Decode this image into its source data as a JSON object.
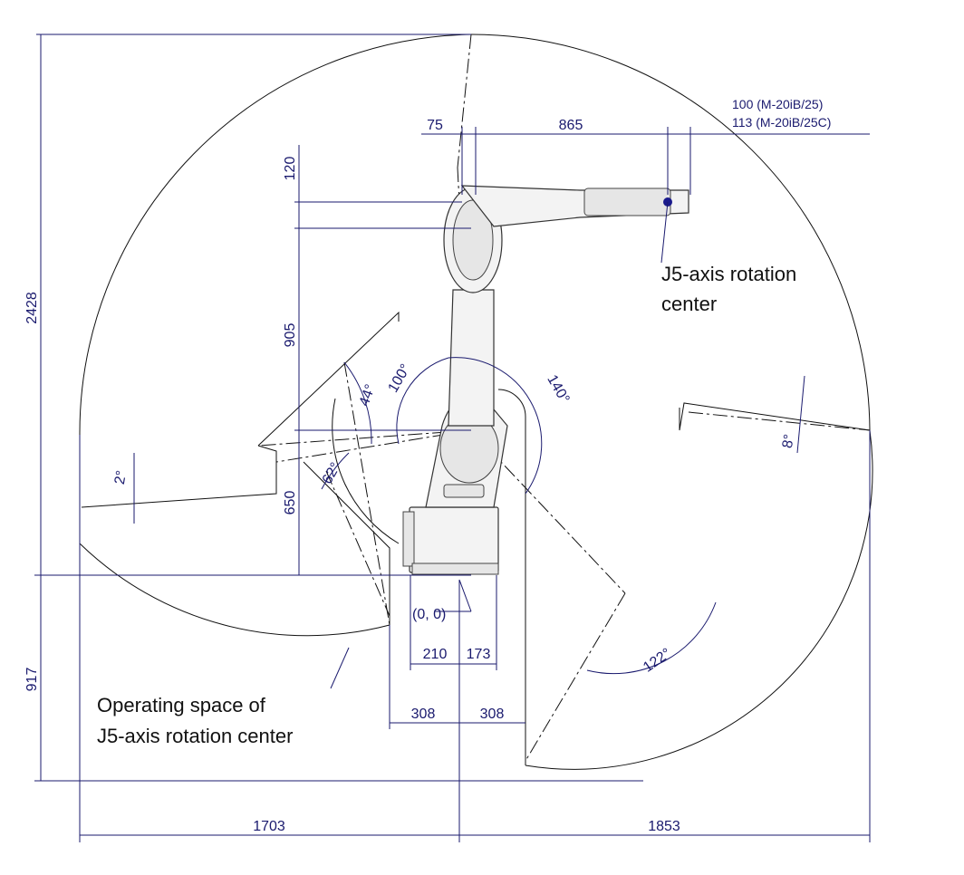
{
  "diagram": {
    "dimensions": {
      "total_height": "2428",
      "lower_height": "917",
      "left_width": "1703",
      "right_width": "1853",
      "offset_75": "75",
      "arm_865": "865",
      "offset_120": "120",
      "link_905": "905",
      "base_650": "650",
      "base_210": "210",
      "base_173": "173",
      "base_308_left": "308",
      "base_308_right": "308",
      "wrist_note_line1": "100 (M-20iB/25)",
      "wrist_note_line2": "113 (M-20iB/25C)"
    },
    "angles": {
      "a44": "44°",
      "a100": "100°",
      "a140": "140°",
      "a62": "62°",
      "a2": "2°",
      "a8": "8°",
      "a122": "122°"
    },
    "labels": {
      "origin": "(0, 0)",
      "j5_line1": "J5-axis rotation",
      "j5_line2": "center",
      "space_line1": "Operating space of",
      "space_line2": "J5-axis rotation center"
    },
    "colors": {
      "dimension_line": "#1a1a6e",
      "outline": "#111111",
      "j5_marker": "#1a1a8c"
    }
  }
}
